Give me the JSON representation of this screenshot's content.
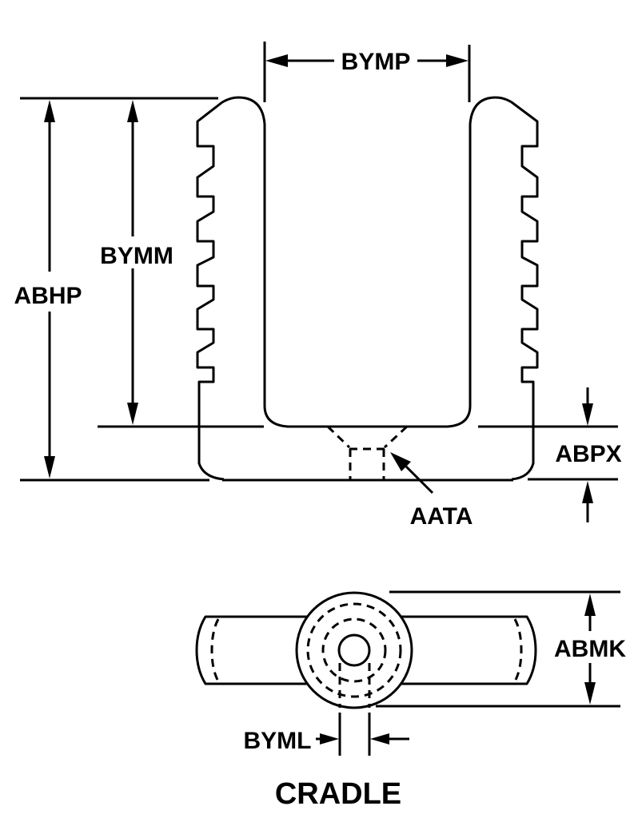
{
  "drawing": {
    "title": "CRADLE",
    "labels": {
      "bymp": "BYMP",
      "bymm": "BYMM",
      "abhp": "ABHP",
      "abpx": "ABPX",
      "aata": "AATA",
      "abmk": "ABMK",
      "byml": "BYML"
    },
    "colors": {
      "line": "#000000",
      "background": "#ffffff"
    }
  }
}
